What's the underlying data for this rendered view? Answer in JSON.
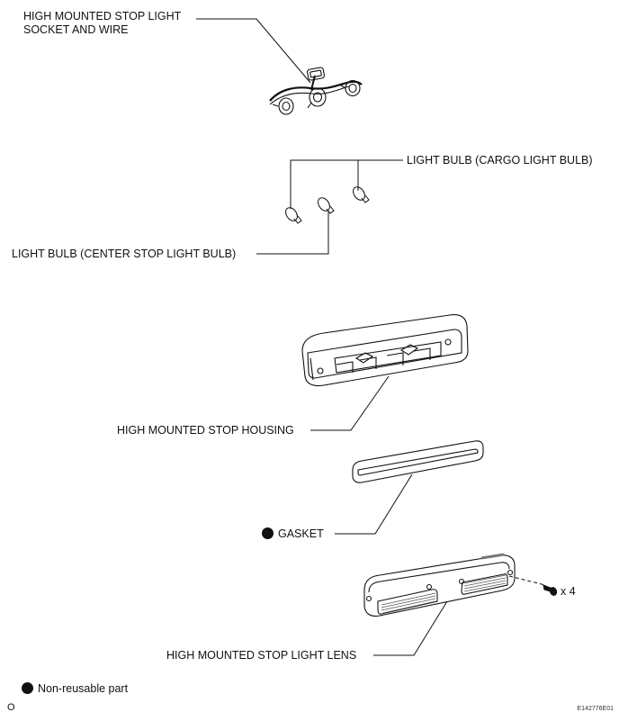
{
  "labels": {
    "socket_wire_line1": "HIGH MOUNTED STOP LIGHT",
    "socket_wire_line2": "SOCKET AND WIRE",
    "cargo_bulb": "LIGHT BULB (CARGO LIGHT BULB)",
    "center_bulb": "LIGHT BULB (CENTER STOP LIGHT BULB)",
    "housing": "HIGH MOUNTED STOP HOUSING",
    "gasket": "GASKET",
    "lens": "HIGH MOUNTED STOP LIGHT LENS",
    "screw_qty": "x 4"
  },
  "legend": {
    "non_reusable": "Non-reusable part"
  },
  "footer": {
    "left_mark": "O",
    "figure_id": "E142776E01"
  },
  "colors": {
    "ink": "#111111",
    "hatch": "#555555"
  }
}
